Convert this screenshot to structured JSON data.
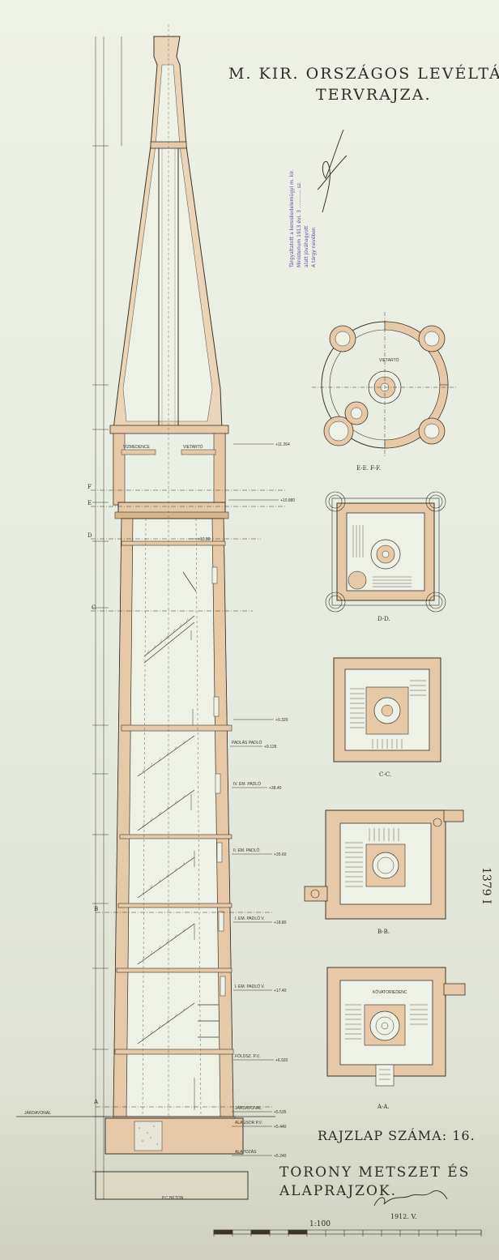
{
  "title": {
    "line1": "M. KIR. ORSZÁGOS LEVÉLTÁR",
    "line2": "TERVRAJZA."
  },
  "sheet_number": "RAJZLAP SZÁMA: 16.",
  "subtitle": {
    "line1": "TORONY METSZET ÉS",
    "line2": "ALAPRAJZOK."
  },
  "scale": "1:100",
  "date": "1912. V.",
  "side_stamp": "1379 I",
  "approval_stamp": {
    "line1": "Tárgyaltatott a kereskedelemügyi m. kir.",
    "line2": "Ministerium 1913 évi. 3 ............ sz.",
    "line3": "alatt jóváhagyott",
    "line4": "A tárgy nevében"
  },
  "plan_labels": {
    "ef": "E-E.  F-F.",
    "dd": "D-D.",
    "cc": "C-C.",
    "bb": "B-B.",
    "aa": "A-A."
  },
  "section_marks": {
    "a": "A",
    "b": "B",
    "c": "C",
    "d": "D",
    "e": "E",
    "f": "F"
  },
  "room_labels": {
    "vizmedence": "VÍZMEDENCE",
    "vietarto": "VIETARTÓ",
    "vietarto_plan": "VIETARTÓ",
    "kovatoriedenc": "KÖVATORIEDENC",
    "beton": "P.C.BETON",
    "jarda": "JÁRDAVONAL"
  },
  "levels": [
    {
      "name": "",
      "value": "+11.264"
    },
    {
      "name": "",
      "value": "+10.880"
    },
    {
      "name": "",
      "value": "+10.80"
    },
    {
      "name": "",
      "value": "+9.320"
    },
    {
      "name": "PADLÁS PADLÓ",
      "value": "+9.128"
    },
    {
      "name": "IV. EM. PADLÓ",
      "value": "+38.40"
    },
    {
      "name": "II. EM. PADLÓ",
      "value": "+35.60"
    },
    {
      "name": "I. EM. PADLÓ V.",
      "value": "+18.80"
    },
    {
      "name": "I. EM. PADLÓ V.",
      "value": "+17.40"
    },
    {
      "name": "FÖLDSZ. P.V.",
      "value": "+6.920"
    },
    {
      "name": "JÁRDAVONAL",
      "value": "+5.535"
    },
    {
      "name": "ALAGSOR P.V.",
      "value": "+5.440"
    },
    {
      "name": "ALAPOZÁS",
      "value": "+5.240"
    }
  ],
  "colors": {
    "paper": "#e8ece0",
    "masonry": "#e6c9a6",
    "masonry_dark": "#d9b58c",
    "ink": "#2e2a25",
    "stamp": "#6a4aa6"
  }
}
